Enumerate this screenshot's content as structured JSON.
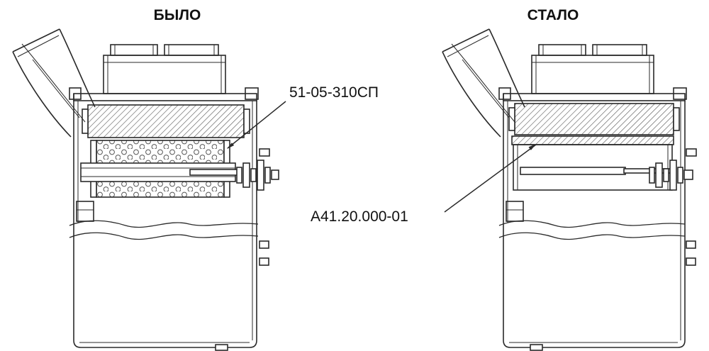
{
  "diagram": {
    "kind": "technical-comparison-drawing",
    "titles": {
      "left": "БЫЛО",
      "right": "СТАЛО"
    },
    "labels": {
      "old_part": "51-05-310СП",
      "new_part": "А41.20.000-01"
    },
    "colors": {
      "line": "#2a2a2a",
      "hatch": "#555555",
      "background": "#ffffff"
    }
  }
}
